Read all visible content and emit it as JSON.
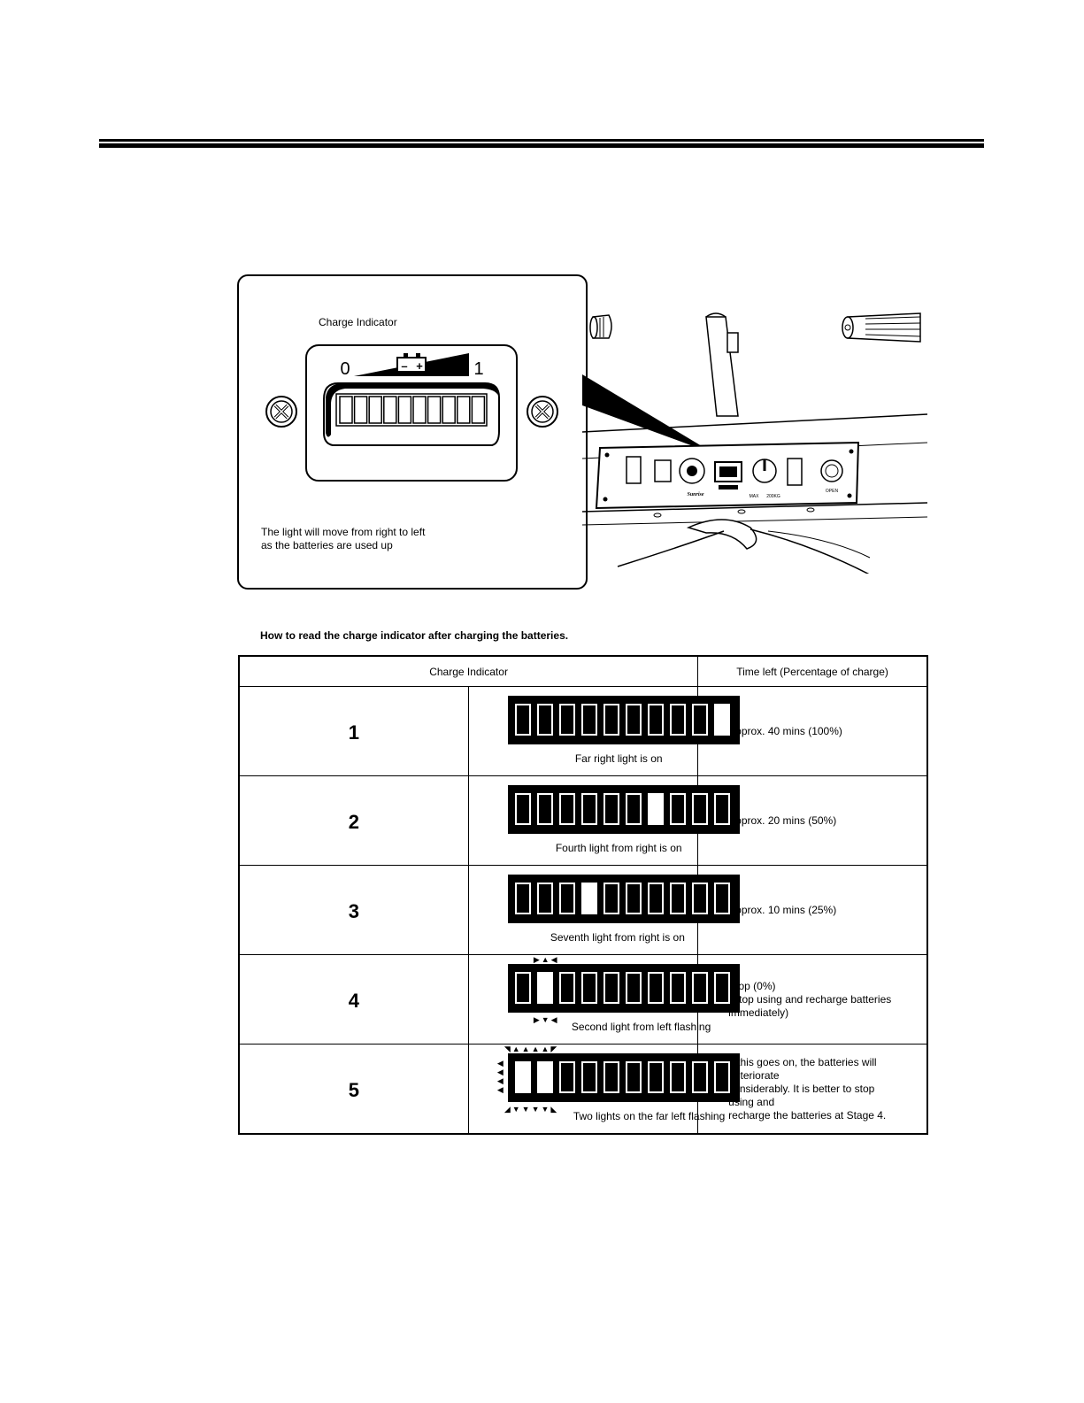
{
  "figure": {
    "callout_title": "Charge Indicator",
    "scale_min": "0",
    "scale_max": "1",
    "battery_minus": "–",
    "battery_plus": "+",
    "callout_note": "The light will move from right to left as the batteries are used up",
    "segment_count": 10,
    "panel_text": {
      "brand": "Sunrise",
      "max": "MAX",
      "weight": "200KG",
      "open": "OPEN"
    }
  },
  "section_caption": "How to read the charge indicator after charging the batteries.",
  "table": {
    "headers": {
      "indicator": "Charge Indicator",
      "time": "Time left  (Percentage of charge)"
    },
    "rows": [
      {
        "number": "1",
        "lit": [
          10
        ],
        "flashing": false,
        "caption": "Far right light is on",
        "time_lines": [
          "Approx. 40 mins (100%)"
        ]
      },
      {
        "number": "2",
        "lit": [
          7
        ],
        "flashing": false,
        "caption": "Fourth light from right is on",
        "time_lines": [
          "Approx. 20 mins (50%)"
        ]
      },
      {
        "number": "3",
        "lit": [
          4
        ],
        "flashing": false,
        "caption": "Seventh light from right is on",
        "time_lines": [
          "Approx. 10 mins (25%)"
        ]
      },
      {
        "number": "4",
        "lit": [
          2
        ],
        "flashing": true,
        "caption": "Second light from left flashing",
        "time_lines": [
          "Stop (0%)",
          "(Stop using and recharge batteries",
          "immediately)"
        ]
      },
      {
        "number": "5",
        "lit": [
          1,
          2
        ],
        "flashing": true,
        "caption": "Two lights on the far left flashing",
        "time_lines": [
          "If this goes on, the batteries will deteriorate",
          "considerably.  It is better to stop using and",
          "recharge the batteries at Stage 4."
        ]
      }
    ]
  }
}
